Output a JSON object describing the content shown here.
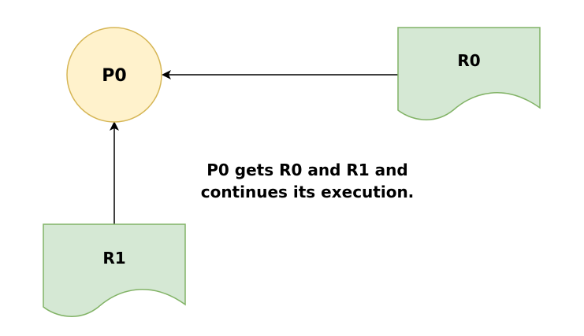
{
  "diagram": {
    "nodes": {
      "p0": {
        "label": "P0",
        "shape": "circle",
        "fill": "#fff2cc",
        "stroke": "#d6b656"
      },
      "r0": {
        "label": "R0",
        "shape": "document",
        "fill": "#d5e8d4",
        "stroke": "#82b366"
      },
      "r1": {
        "label": "R1",
        "shape": "document",
        "fill": "#d5e8d4",
        "stroke": "#82b366"
      }
    },
    "edges": [
      {
        "from": "R0",
        "to": "P0"
      },
      {
        "from": "R1",
        "to": "P0"
      }
    ],
    "caption": {
      "line1": "P0 gets R0 and R1 and",
      "line2": "continues its execution."
    }
  }
}
